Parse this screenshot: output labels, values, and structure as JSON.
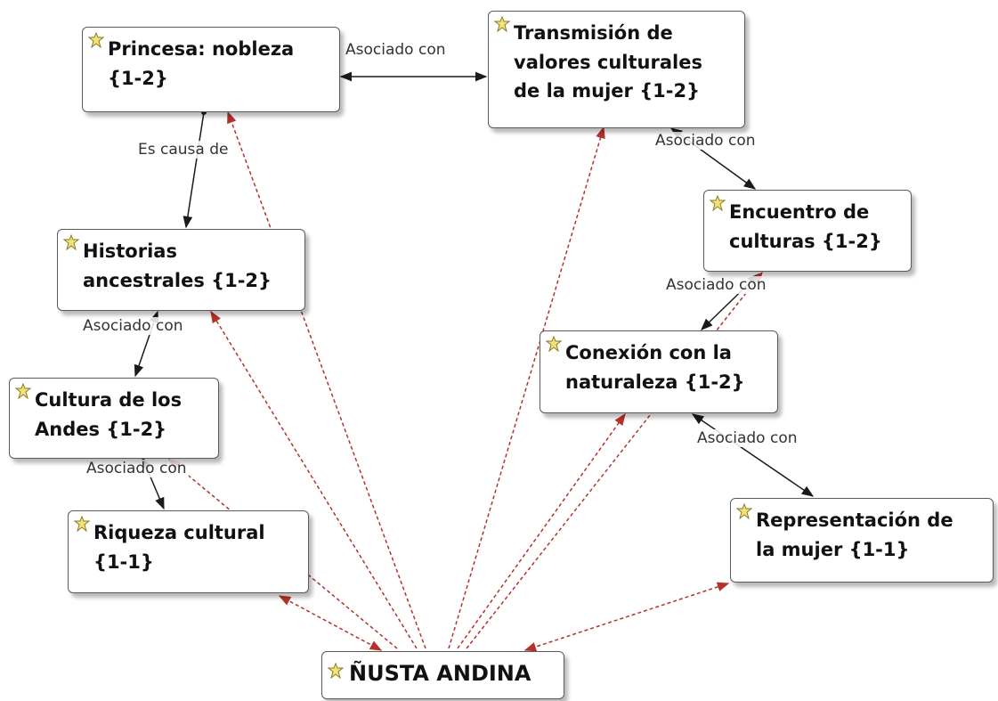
{
  "nodes": {
    "princesa": "Princesa: nobleza\n{1-2}",
    "transmision": "Transmisión de\nvalores culturales\nde la mujer {1-2}",
    "encuentro": "Encuentro de\nculturas {1-2}",
    "historias": "Historias\nancestrales {1-2}",
    "conexion": "Conexión con la\nnaturaleza {1-2}",
    "cultura": "Cultura de los\nAndes {1-2}",
    "riqueza": "Riqueza cultural\n{1-1}",
    "representacion": "Representación de\nla mujer {1-1}",
    "nusta": "ÑUSTA ANDINA"
  },
  "relations": {
    "princesa_transmision": "Asociado con",
    "princesa_historias": "Es causa de",
    "transmision_encuentro": "Asociado con",
    "encuentro_conexion": "Asociado con",
    "historias_cultura": "Asociado con",
    "cultura_riqueza": "Asociado con",
    "conexion_representacion": "Asociado con"
  },
  "colors": {
    "semantic_link": "#1a1a1a",
    "code_link": "#b5322a",
    "icon_fill": "#f2e27a",
    "icon_stroke": "#8a7a20"
  },
  "icons": {
    "node": "code-icon"
  }
}
